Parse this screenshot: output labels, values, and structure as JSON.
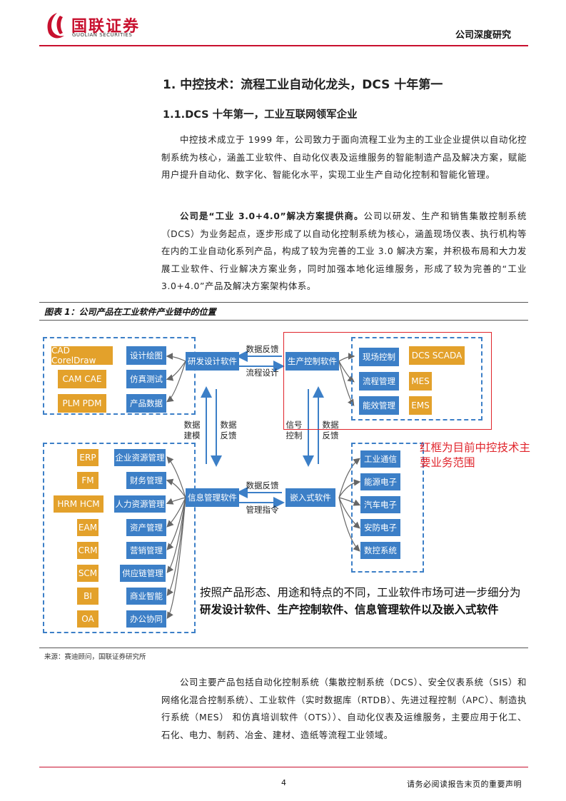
{
  "header": {
    "logo_cn": "国联证券",
    "logo_en": "GUOLIAN SECURITIES",
    "report_type": "公司深度研究"
  },
  "section": {
    "h1": "1. 中控技术：流程工业自动化龙头，DCS 十年第一",
    "h2": "1.1.DCS 十年第一，工业互联网领军企业",
    "para1": "中控技术成立于 1999 年，公司致力于面向流程工业为主的工业企业提供以自动化控制系统为核心，涵盖工业软件、自动化仪表及运维服务的智能制造产品及解决方案，赋能用户提升自动化、数字化、智能化水平，实现工业生产自动化控制和智能化管理。",
    "para2_bold": "公司是“工业 3.0+4.0”解决方案提供商。",
    "para2_rest": "公司以研发、生产和销售集散控制系统（DCS）为业务起点，逐步形成了以自动化控制系统为核心，涵盖现场仪表、执行机构等在内的工业自动化系列产品，构成了较为完善的工业 3.0 解决方案，并积极布局和大力发展工业软件、行业解决方案业务，同时加强本地化运维服务，形成了较为完善的“工业 3.0+4.0”产品及解决方案架构体系。",
    "para3": "公司主要产品包括自动化控制系统（集散控制系统（DCS）、安全仪表系统（SIS）和网络化混合控制系统）、工业软件（实时数据库（RTDB）、先进过程控制（APC）、制造执行系统（MES） 和仿真培训软件（OTS））、自动化仪表及运维服务，主要应用于化工、石化、电力、制药、冶金、建材、造纸等流程工业领域。"
  },
  "figure": {
    "title": "图表 1：公司产品在工业软件产业链中的位置",
    "source": "来源：赛迪顾问，国联证券研究所",
    "top_left_orange": [
      "CAD CorelDraw",
      "CAM  CAE",
      "PLM  PDM"
    ],
    "top_left_blue": [
      "设计绘图",
      "仿真测试",
      "产品数据"
    ],
    "hub_rd": "研发设计软件",
    "hub_prod": "生产控制软件",
    "hub_info": "信息管理软件",
    "hub_embed": "嵌入式软件",
    "prod_blue": [
      "现场控制",
      "流程管理",
      "能效管理"
    ],
    "prod_orange": [
      "DCS  SCADA",
      "MES",
      "EMS"
    ],
    "info_orange": [
      "ERP",
      "FM",
      "HRM  HCM",
      "EAM",
      "CRM",
      "SCM",
      "BI",
      "OA"
    ],
    "info_blue": [
      "企业资源管理",
      "财务管理",
      "人力资源管理",
      "资产管理",
      "营销管理",
      "供应链管理",
      "商业智能",
      "办公协同"
    ],
    "embed_blue": [
      "工业通信",
      "能源电子",
      "汽车电子",
      "安防电子",
      "数控系统"
    ],
    "arrow_top_upper": "数据反馈",
    "arrow_top_lower": "流程设计",
    "arrow_bottom_upper": "数据反馈",
    "arrow_bottom_lower": "管理指令",
    "v_left_a": "数据建模",
    "v_left_b": "数据反馈",
    "v_right_a": "信号控制",
    "v_right_b": "数据反馈",
    "red_note": "红框为目前中控技术主要业务范围",
    "caption_line1": "按照产品形态、用途和特点的不同，工业软件市场可进一步细分为",
    "caption_line2": "研发设计软件、生产控制软件、信息管理软件以及嵌入式软件"
  },
  "footer": {
    "page": "4",
    "disclaimer": "请务必阅读报告末页的重要声明"
  },
  "colors": {
    "orange": "#E3A12B",
    "blue": "#3C7FC7",
    "red": "#E0242B",
    "brand_red": "#C8102E"
  }
}
